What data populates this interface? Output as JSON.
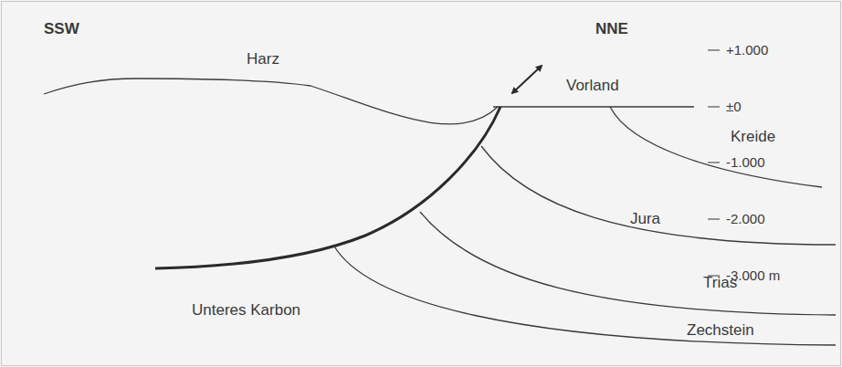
{
  "diagram": {
    "labels": [
      "SSW",
      "NNE",
      "Harz",
      "Vorland",
      "Kreide",
      "Jura",
      "Trias",
      "Unteres Karbon",
      "Zechstein",
      "+1.000",
      "±0",
      "-1.000",
      "-2.000",
      "-3.000 m"
    ]
  }
}
